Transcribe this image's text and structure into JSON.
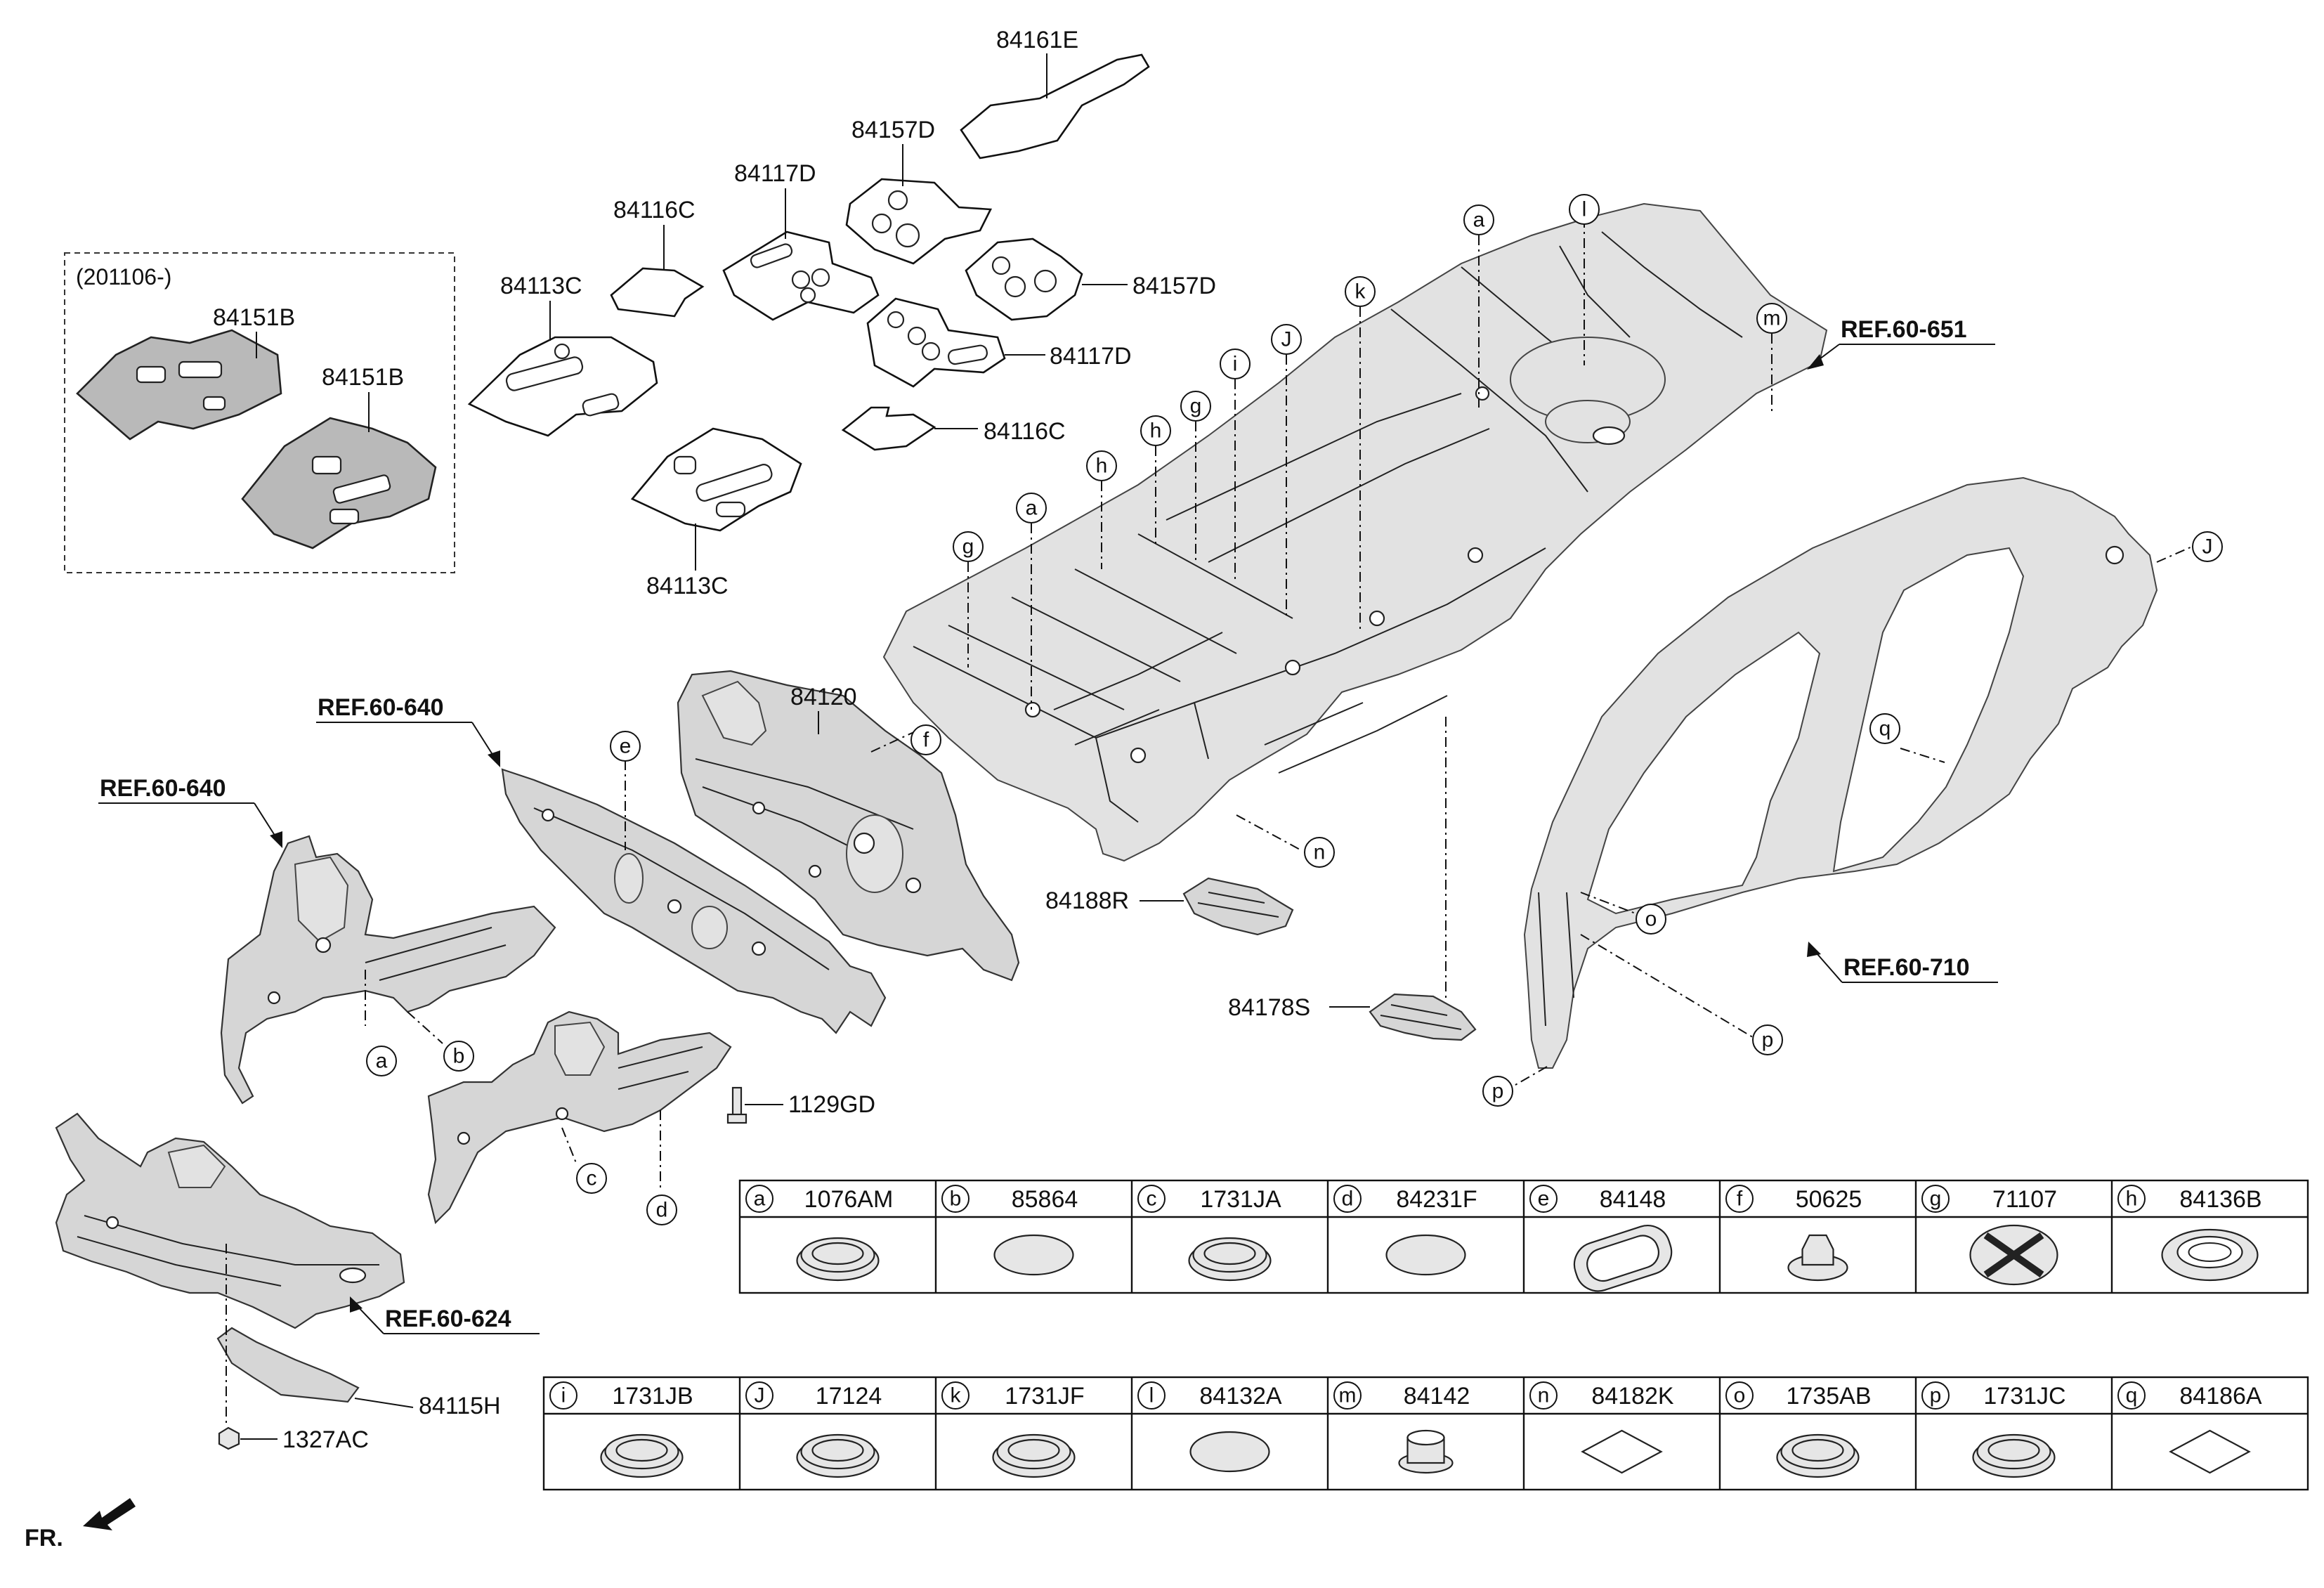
{
  "callouts": {
    "p84161E": "84161E",
    "p84157D_a": "84157D",
    "p84157D_b": "84157D",
    "p84117D_a": "84117D",
    "p84117D_b": "84117D",
    "p84116C_a": "84116C",
    "p84116C_b": "84116C",
    "p84113C_a": "84113C",
    "p84113C_b": "84113C",
    "p84151B_a": "84151B",
    "p84151B_b": "84151B",
    "p84120": "84120",
    "p84188R": "84188R",
    "p84178S": "84178S",
    "p1129GD": "1129GD",
    "p84115H": "84115H",
    "p1327AC": "1327AC"
  },
  "date_note": "(201106-)",
  "refs": {
    "r651": "REF.60-651",
    "r640a": "REF.60-640",
    "r640b": "REF.60-640",
    "r710": "REF.60-710",
    "r624": "REF.60-624"
  },
  "markers": {
    "a": "a",
    "b": "b",
    "c": "c",
    "d": "d",
    "e": "e",
    "f": "f",
    "g": "g",
    "h": "h",
    "i": "i",
    "J": "J",
    "k": "k",
    "l": "l",
    "m": "m",
    "n": "n",
    "o": "o",
    "p": "p",
    "q": "q"
  },
  "front_label": "FR.",
  "legend": {
    "row1": [
      {
        "key": "a",
        "part": "1076AM",
        "icon": "grommet-ring-icon"
      },
      {
        "key": "b",
        "part": "85864",
        "icon": "round-plug-icon"
      },
      {
        "key": "c",
        "part": "1731JA",
        "icon": "grommet-ring-icon"
      },
      {
        "key": "d",
        "part": "84231F",
        "icon": "round-plug-icon"
      },
      {
        "key": "e",
        "part": "84148",
        "icon": "oval-grommet-icon"
      },
      {
        "key": "f",
        "part": "50625",
        "icon": "hex-nut-icon"
      },
      {
        "key": "g",
        "part": "71107",
        "icon": "cross-plug-icon"
      },
      {
        "key": "h",
        "part": "84136B",
        "icon": "flanged-plug-icon"
      }
    ],
    "row2": [
      {
        "key": "i",
        "part": "1731JB",
        "icon": "grommet-ring-icon"
      },
      {
        "key": "J",
        "part": "17124",
        "icon": "grommet-ring-icon"
      },
      {
        "key": "k",
        "part": "1731JF",
        "icon": "grommet-ring-icon"
      },
      {
        "key": "l",
        "part": "84132A",
        "icon": "round-plug-icon"
      },
      {
        "key": "m",
        "part": "84142",
        "icon": "threaded-grommet-icon"
      },
      {
        "key": "n",
        "part": "84182K",
        "icon": "diamond-patch-icon"
      },
      {
        "key": "o",
        "part": "1735AB",
        "icon": "grommet-ring-icon"
      },
      {
        "key": "p",
        "part": "1731JC",
        "icon": "grommet-ring-icon"
      },
      {
        "key": "q",
        "part": "84186A",
        "icon": "diamond-patch-icon"
      }
    ]
  }
}
